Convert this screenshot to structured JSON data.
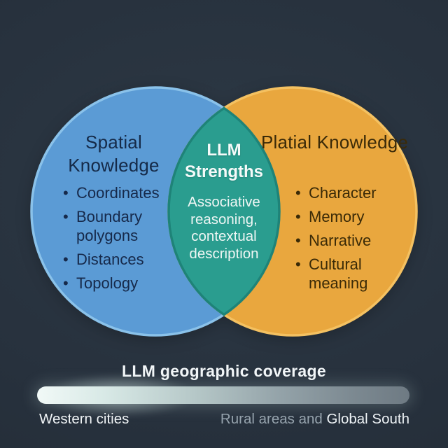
{
  "background_color": "#27313d",
  "venn": {
    "left": {
      "title": "Spatial Knowledge",
      "items": [
        "Coordinates",
        "Boundary polygons",
        "Distances",
        "Topology"
      ],
      "fill": "#5b9bd5",
      "rim": "#8ac2ea",
      "text_color": "#16294a"
    },
    "right": {
      "title": "Platial Knowledge",
      "items": [
        "Character",
        "Memory",
        "Narrative",
        "Cultural meaning"
      ],
      "fill": "#e9a73e",
      "rim": "#f4c161",
      "text_color": "#3a2a07"
    },
    "overlap": {
      "title": "LLM Strengths",
      "description": "Associative reasoning, contextual description",
      "fill": "#2a9d8f",
      "border": "#1e8378",
      "text_color": "#f5faf9"
    }
  },
  "coverage": {
    "title": "LLM geographic coverage",
    "left_label": "Western cities",
    "right_label_muted": "Rural areas and ",
    "right_label_strong": "Global South",
    "bar_gradient_start": "#f1f9f7",
    "bar_gradient_end": "#6e7a83"
  }
}
